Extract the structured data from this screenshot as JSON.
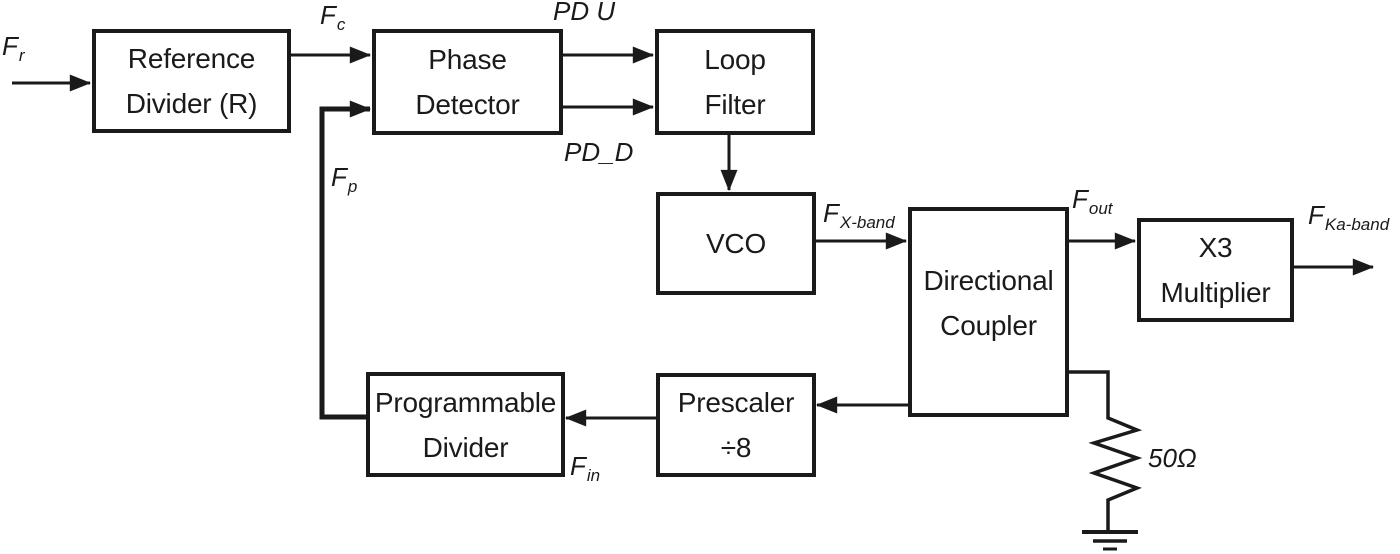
{
  "blocks": {
    "reference_divider": {
      "line1": "Reference",
      "line2": "Divider (R)"
    },
    "phase_detector": {
      "line1": "Phase",
      "line2": "Detector"
    },
    "loop_filter": {
      "line1": "Loop",
      "line2": "Filter"
    },
    "vco": {
      "line1": "VCO"
    },
    "directional_coupler": {
      "line1": "Directional",
      "line2": "Coupler"
    },
    "x3_multiplier": {
      "line1": "X3",
      "line2": "Multiplier"
    },
    "prescaler": {
      "line1": "Prescaler",
      "line2": "÷8"
    },
    "programmable_divider": {
      "line1": "Programmable",
      "line2": "Divider"
    }
  },
  "signals": {
    "fr": {
      "base": "F",
      "sub": "r"
    },
    "fc": {
      "base": "F",
      "sub": "c"
    },
    "pd_u": {
      "label": "PD U"
    },
    "pd_d": {
      "label": "PD_D"
    },
    "fp": {
      "base": "F",
      "sub": "p"
    },
    "fx_band": {
      "base": "F",
      "sub": "X-band"
    },
    "fout": {
      "base": "F",
      "sub": "out"
    },
    "fka_band": {
      "base": "F",
      "sub": "Ka-band"
    },
    "fin": {
      "base": "F",
      "sub": "in"
    },
    "load": {
      "label": "50Ω"
    }
  },
  "colors": {
    "line": "#1a1a1a",
    "background": "#ffffff"
  }
}
